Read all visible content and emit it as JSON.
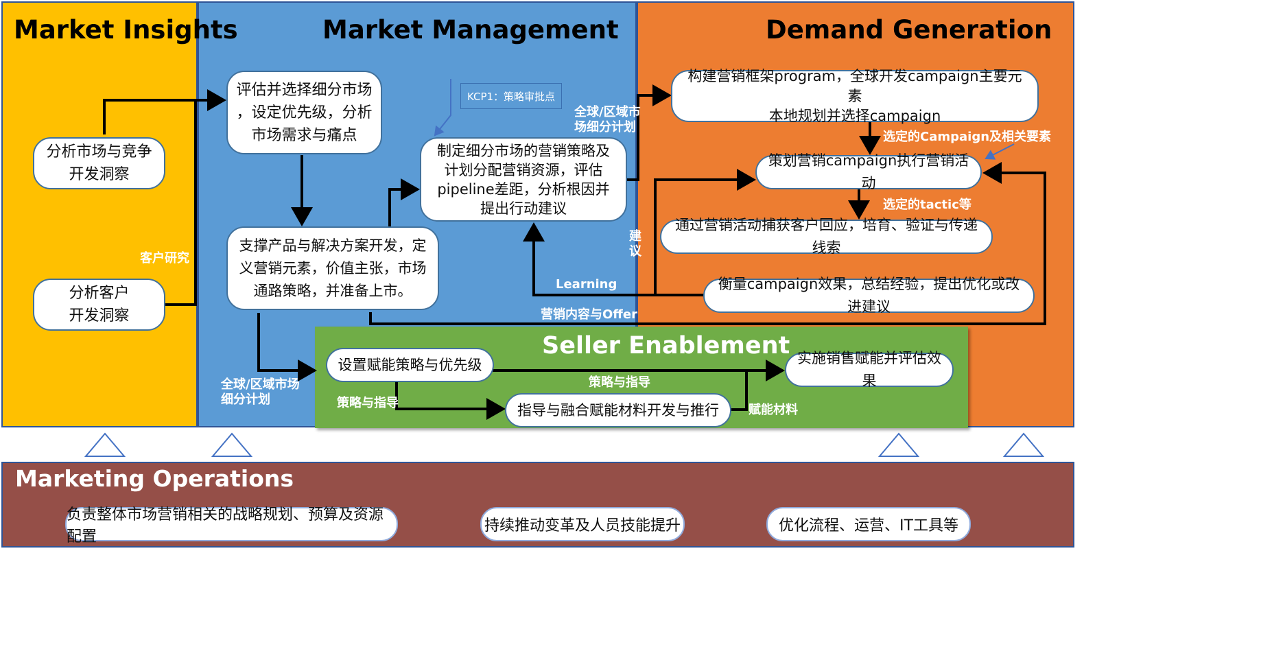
{
  "colors": {
    "insights": "#ffc000",
    "management": "#5b9bd5",
    "demand": "#ed7d31",
    "seller": "#70ad47",
    "operations": "#954f48"
  },
  "sections": {
    "insights": "Market Insights",
    "management": "Market Management",
    "demand": "Demand Generation",
    "seller": "Seller Enablement",
    "operations": "Marketing Operations"
  },
  "nodes": {
    "insights_competition": "分析市场与竞争\n开发洞察",
    "insights_customer": "分析客户\n开发洞察",
    "mm_evaluate": "评估并选择细分市场\n，设定优先级，分析\n市场需求与痛点",
    "mm_strategy": "制定细分市场的营销策略及\n计划分配营销资源，评估\npipeline差距，分析根因并\n提出行动建议",
    "mm_support": "支撑产品与解决方案开发，定\n义营销元素，价值主张，市场\n通路策略，并准备上市。",
    "dg_framework": "构建营销框架program，全球开发campaign主要元素\n本地规划并选择campaign",
    "dg_plan": "策划营销campaign执行营销活动",
    "dg_capture": "通过营销活动捕获客户回应，培育、验证与传递线索",
    "dg_measure": "衡量campaign效果，总结经验，提出优化或改进建议",
    "se_set": "设置赋能策略与优先级",
    "se_implement": "实施销售赋能并评估效果",
    "se_guide": "指导与融合赋能材料开发与推行"
  },
  "kcp": "KCP1：策略审批点",
  "labels": {
    "customer_research": "客户研究",
    "global_regional_1": "全球/区域市\n场细分计划",
    "selected_campaign": "选定的Campaign及相关要素",
    "selected_tactic": "选定的tactic等",
    "suggest": "建\n议",
    "learning": "Learning",
    "content_offer": "营销内容与Offer",
    "global_regional_2": "全球/区域市场\n细分计划",
    "strategy_guide_1": "策略与指导",
    "strategy_guide_2": "策略与指导",
    "enable_material": "赋能材料"
  },
  "operations": {
    "items": [
      "负责整体市场营销相关的战略规划、预算及资源配置",
      "持续推动变革及人员技能提升",
      "优化流程、运营、IT工具等"
    ]
  }
}
